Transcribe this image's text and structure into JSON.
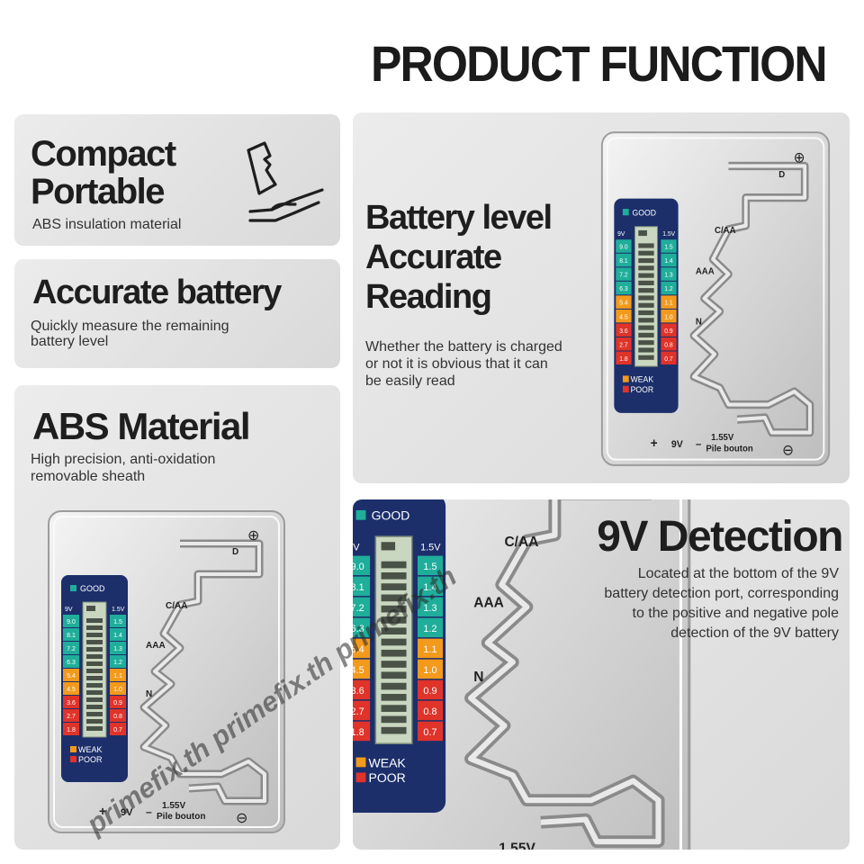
{
  "title": "PRODUCT FUNCTION",
  "features": {
    "compact": {
      "title_line1": "Compact",
      "title_line2": "Portable",
      "desc": "ABS insulation material"
    },
    "accurate": {
      "title": "Accurate battery",
      "desc_line1": "Quickly measure the remaining",
      "desc_line2": "battery level"
    },
    "abs": {
      "title": "ABS Material",
      "desc_line1": "High precision, anti-oxidation",
      "desc_line2": "removable sheath"
    },
    "level": {
      "title_line1": "Battery level",
      "title_line2": "Accurate",
      "title_line3": "Reading",
      "desc_line1": "Whether the battery is charged",
      "desc_line2": "or not it is obvious that it can",
      "desc_line3": "be easily read"
    },
    "detection": {
      "title": "9V Detection",
      "desc_line1": "Located at the bottom of the 9V",
      "desc_line2": "battery detection port, corresponding",
      "desc_line3": "to the positive and negative pole",
      "desc_line4": "detection of the 9V battery"
    }
  },
  "device": {
    "good": "GOOD",
    "weak": "WEAK",
    "poor": "POOR",
    "col_9v": "9V",
    "col_15v": "1.5V",
    "scale_9v": [
      "9.0",
      "8.1",
      "7.2",
      "6.3",
      "5.4",
      "4.5",
      "3.6",
      "2.7",
      "1.8"
    ],
    "scale_15v": [
      "1.5",
      "1.4",
      "1.3",
      "1.2",
      "1.1",
      "1.0",
      "0.9",
      "0.8",
      "0.7"
    ],
    "slot_d": "D",
    "slot_c": "C/AA",
    "slot_aaa": "AAA",
    "slot_n": "N",
    "plus": "+",
    "nine_v": "9V",
    "minus": "–",
    "v155": "1.55V",
    "pile": "Pile bouton",
    "plus_icon": "⊕",
    "minus_icon": "⊖"
  },
  "watermark": "primefix.th primefix.th primefix.th",
  "colors": {
    "green": "#1fae9a",
    "orange": "#f39a1d",
    "red": "#e0332a",
    "navy": "#1c2f6b"
  }
}
